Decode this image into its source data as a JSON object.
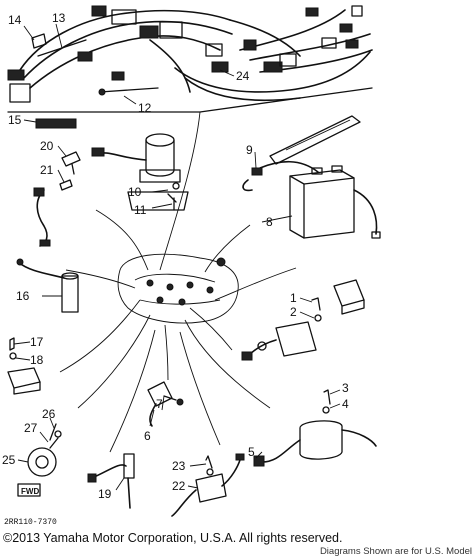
{
  "diagram": {
    "callouts": {
      "n1": "1",
      "n2": "2",
      "n3": "3",
      "n4": "4",
      "n5": "5",
      "n6": "6",
      "n7": "7",
      "n8": "8",
      "n9": "9",
      "n10": "10",
      "n11": "11",
      "n12": "12",
      "n13": "13",
      "n14": "14",
      "n15": "15",
      "n16": "16",
      "n17": "17",
      "n18": "18",
      "n19": "19",
      "n20": "20",
      "n21": "21",
      "n22": "22",
      "n23": "23",
      "n24": "24",
      "n25": "25",
      "n26": "26",
      "n27": "27"
    },
    "drawing_code": "2RR110-7370",
    "fwd_label": "FWD"
  },
  "footer": {
    "copyright": "©2013 Yamaha Motor Corporation, U.S.A. All rights reserved.",
    "us_model_note": "Diagrams Shown are for U.S. Model"
  }
}
